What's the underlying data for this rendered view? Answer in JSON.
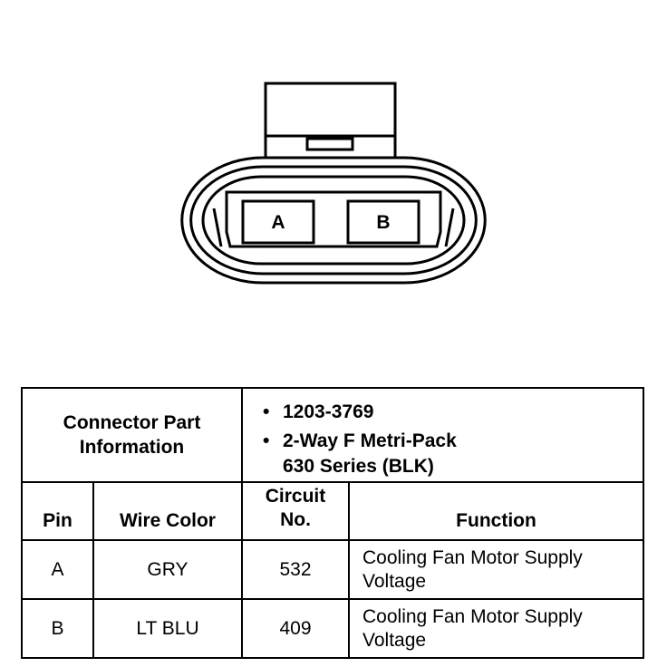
{
  "connector": {
    "pins": [
      "A",
      "B"
    ]
  },
  "table": {
    "part_info_label_line1": "Connector Part",
    "part_info_label_line2": "Information",
    "part_number": "1203-3769",
    "part_desc_line1": "2-Way F Metri-Pack",
    "part_desc_line2": "630 Series (BLK)",
    "bullet": "•",
    "headers": {
      "pin": "Pin",
      "wire_color": "Wire Color",
      "circuit_line1": "Circuit",
      "circuit_line2": "No.",
      "function": "Function"
    },
    "rows": [
      {
        "pin": "A",
        "wire_color": "GRY",
        "circuit": "532",
        "function_line1": "Cooling Fan Motor Supply",
        "function_line2": "Voltage"
      },
      {
        "pin": "B",
        "wire_color": "LT BLU",
        "circuit": "409",
        "function_line1": "Cooling Fan Motor Supply",
        "function_line2": "Voltage"
      }
    ]
  }
}
